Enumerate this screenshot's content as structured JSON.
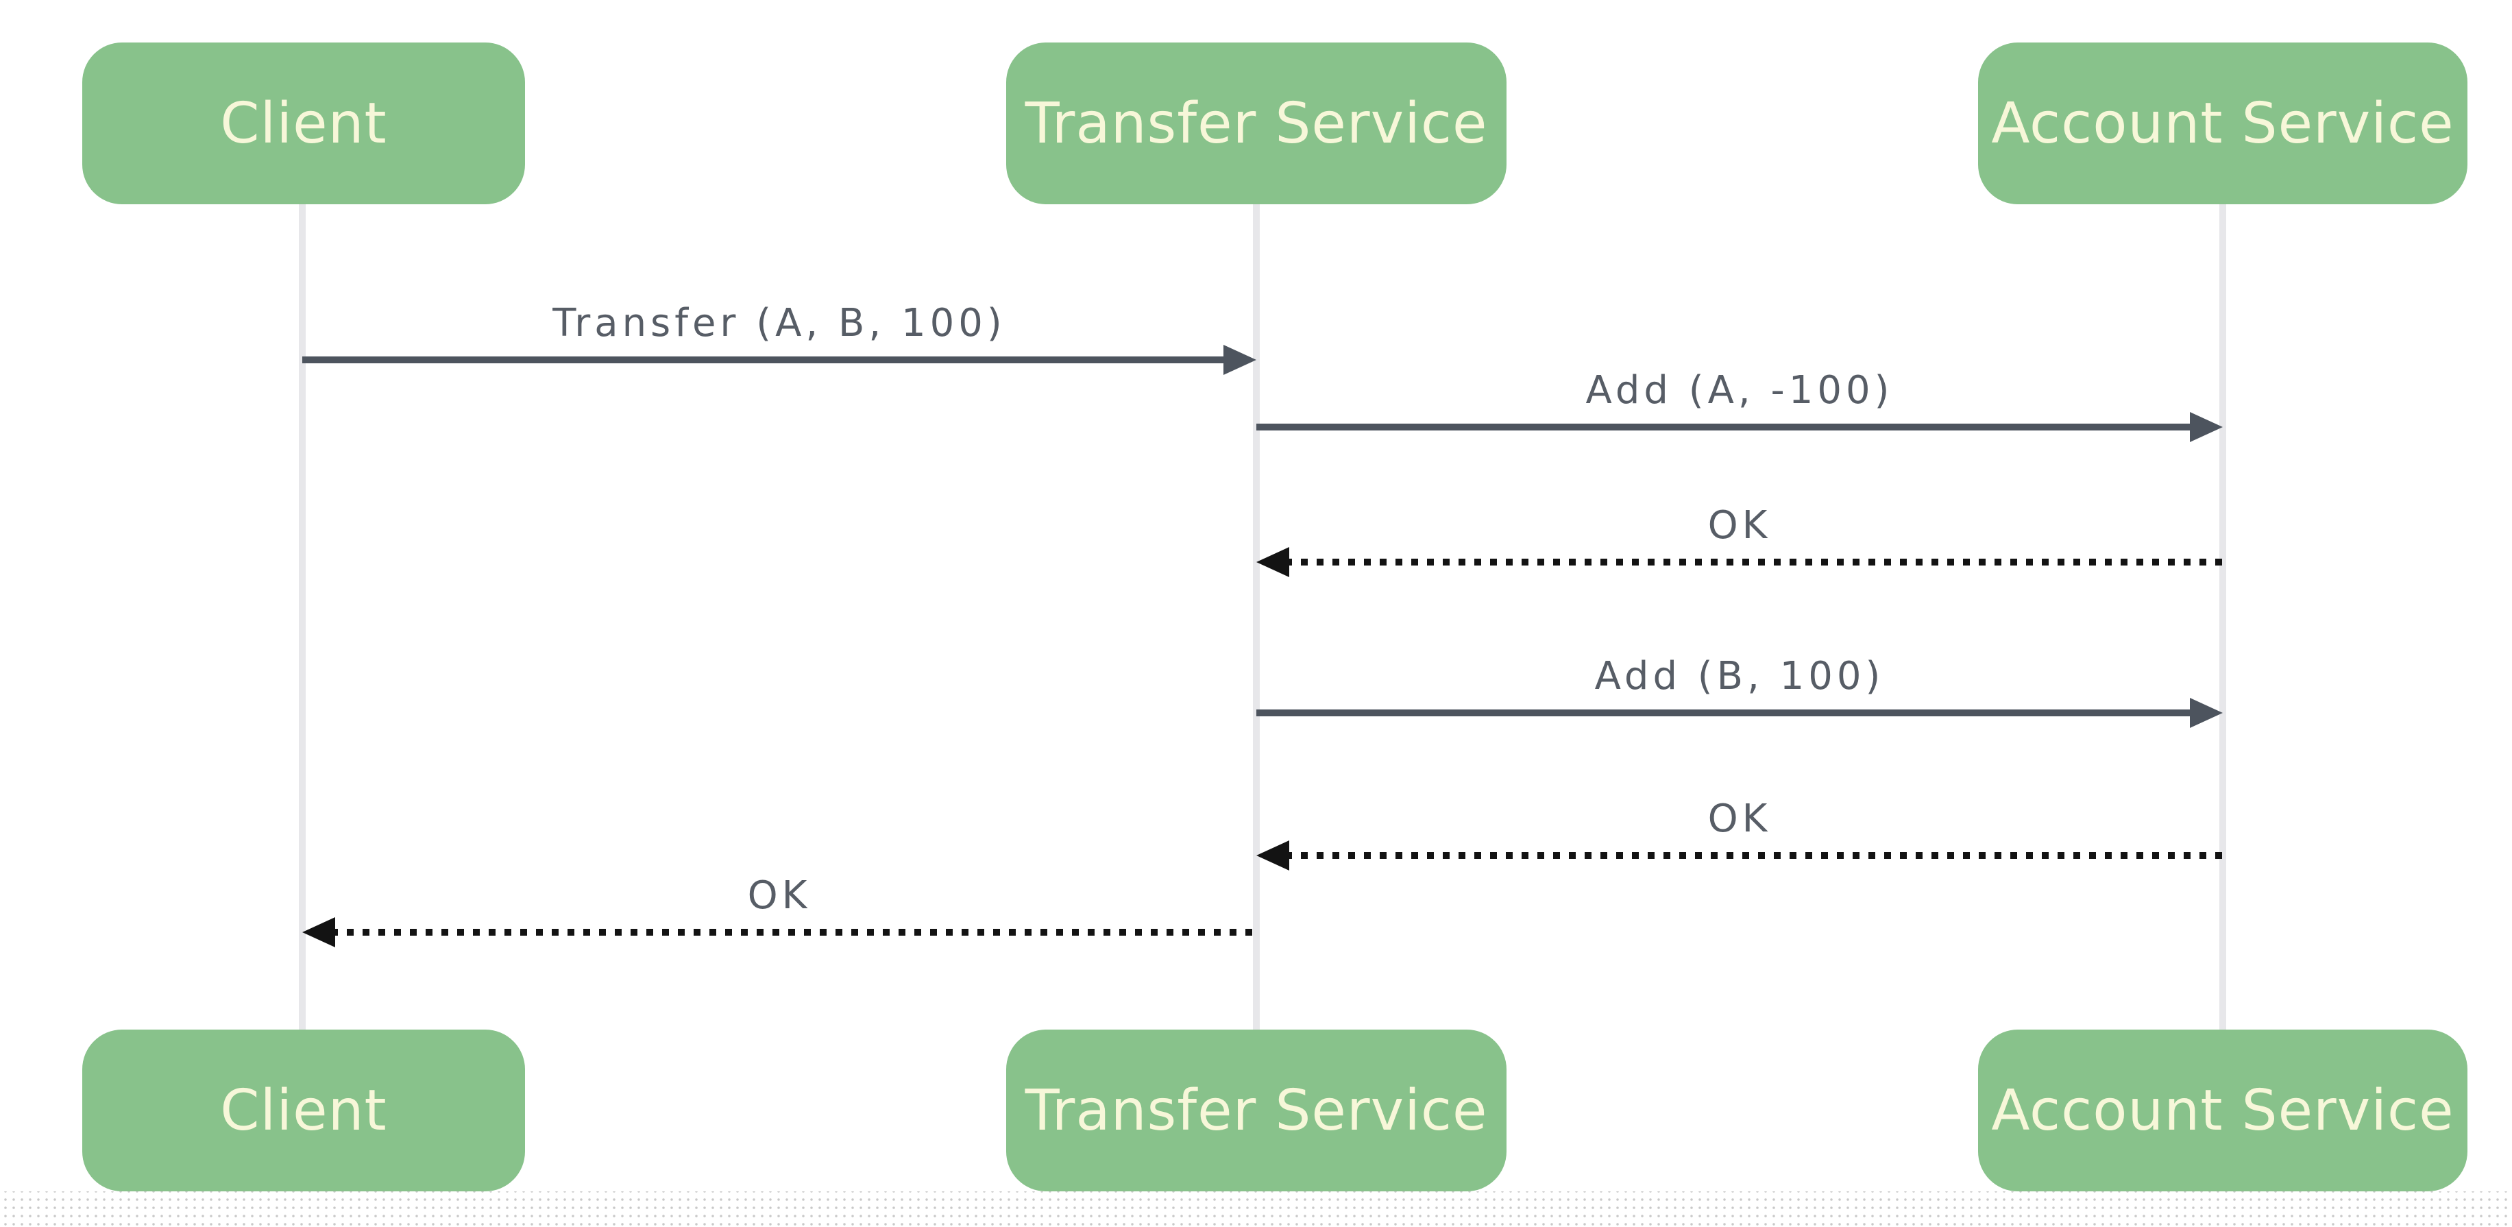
{
  "diagram": {
    "type": "sequence",
    "actors": [
      {
        "id": "client",
        "label": "Client"
      },
      {
        "id": "transfer",
        "label": "Transfer Service"
      },
      {
        "id": "account",
        "label": "Account Service"
      }
    ],
    "messages": [
      {
        "from": "client",
        "to": "transfer",
        "label": "Transfer (A, B, 100)",
        "style": "solid"
      },
      {
        "from": "transfer",
        "to": "account",
        "label": "Add (A, -100)",
        "style": "solid"
      },
      {
        "from": "account",
        "to": "transfer",
        "label": "OK",
        "style": "dotted"
      },
      {
        "from": "transfer",
        "to": "account",
        "label": "Add (B, 100)",
        "style": "solid"
      },
      {
        "from": "account",
        "to": "transfer",
        "label": "OK",
        "style": "dotted"
      },
      {
        "from": "transfer",
        "to": "client",
        "label": "OK",
        "style": "dotted"
      }
    ],
    "colors": {
      "actor_fill": "#88c28b",
      "actor_text": "#f7f7d9",
      "solid_arrow": "#4d545e",
      "dotted_arrow": "#131313",
      "message_text": "#575d66",
      "lifeline": "#e7e7ea",
      "background": "#ffffff",
      "grid_dot": "#c9c9c9"
    }
  }
}
